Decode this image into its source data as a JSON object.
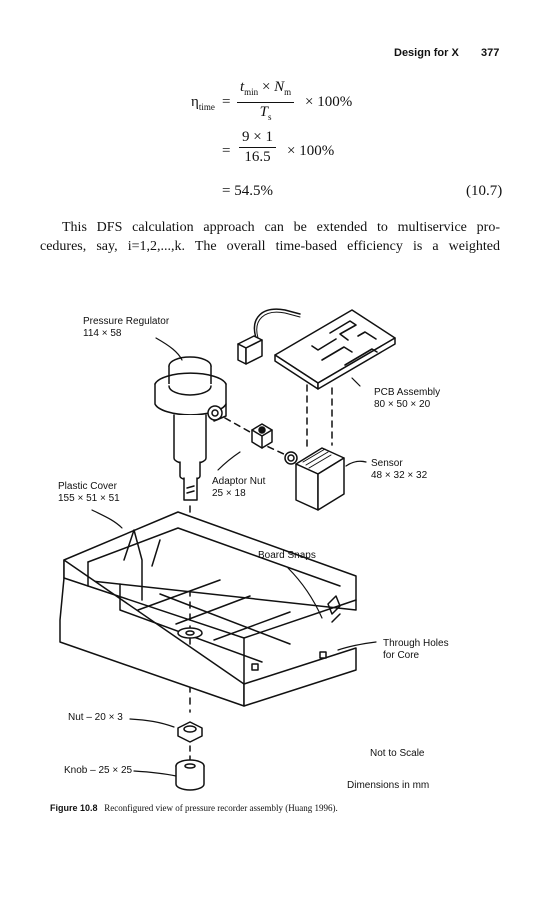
{
  "header": {
    "title": "Design for X",
    "page_number": "377"
  },
  "equation": {
    "lhs": "η",
    "lhs_sub": "time",
    "eq_sign": "=",
    "line1": {
      "num_t": "t",
      "num_t_sub": "min",
      "num_op": "×",
      "num_n": "N",
      "num_n_sub": "m",
      "den": "T",
      "den_sub": "s",
      "times": "× 100%"
    },
    "line2": {
      "num": "9 × 1",
      "den": "16.5",
      "times": "× 100%"
    },
    "line3": "= 54.5%",
    "number": "(10.7)"
  },
  "paragraph": {
    "line1": "This DFS calculation approach can be extended to multiservice pro-",
    "line2": "cedures, say, i=1,2,...,k. The overall time-based efficiency is a weighted"
  },
  "figure": {
    "labels": {
      "pressure_regulator": "Pressure Regulator",
      "pressure_regulator_dims": "114 × 58",
      "pcb_assembly": "PCB Assembly",
      "pcb_assembly_dims": "80 × 50 × 20",
      "sensor": "Sensor",
      "sensor_dims": "48 × 32 × 32",
      "plastic_cover": "Plastic Cover",
      "plastic_cover_dims": "155 × 51 × 51",
      "adaptor_nut": "Adaptor Nut",
      "adaptor_nut_dims": "25 × 18",
      "board_snaps": "Board Snaps",
      "through_holes": "Through Holes",
      "for_core": "for Core",
      "nut": "Nut – 20 × 3",
      "knob": "Knob – 25 × 25",
      "not_to_scale": "Not to Scale",
      "dimensions": "Dimensions in mm"
    },
    "caption_label": "Figure 10.8",
    "caption_text": "Reconfigured view of pressure recorder assembly (Huang 1996)."
  }
}
